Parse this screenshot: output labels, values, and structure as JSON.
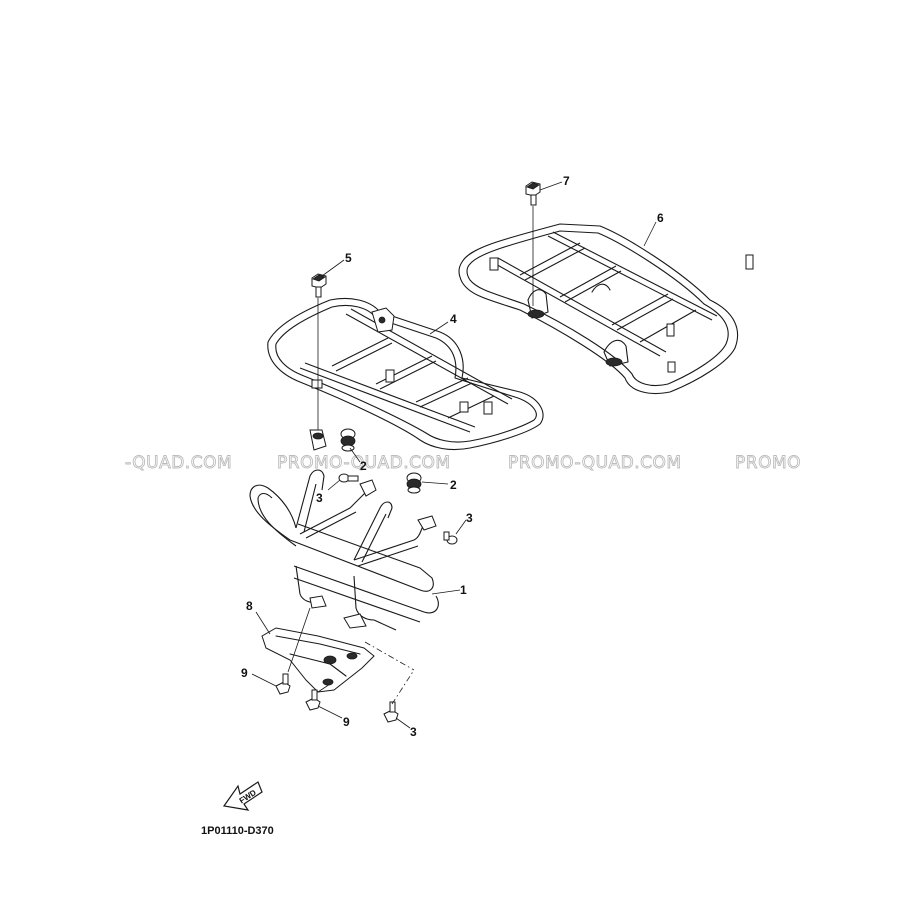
{
  "watermark": {
    "segments": [
      "-QUAD.COM",
      "PROMO-QUAD.COM",
      "PROMO-QUAD.COM",
      "PROMO"
    ]
  },
  "callouts": {
    "c1": "1",
    "c2a": "2",
    "c2b": "2",
    "c3a": "3",
    "c3b": "3",
    "c3c": "3",
    "c4": "4",
    "c5": "5",
    "c6": "6",
    "c7": "7",
    "c8": "8",
    "c9a": "9",
    "c9b": "9"
  },
  "fwd_label": "FWD",
  "diagram_code": "1P01110-D370"
}
